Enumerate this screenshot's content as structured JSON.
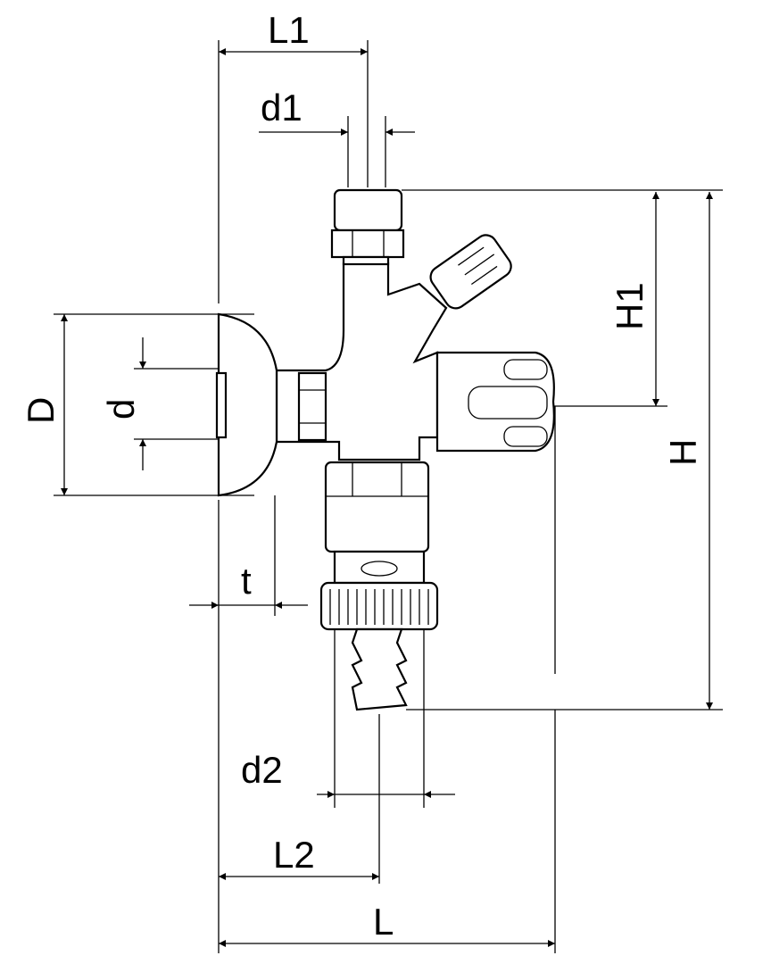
{
  "drawing": {
    "labels": {
      "L1": "L1",
      "d1": "d1",
      "D": "D",
      "d": "d",
      "H1": "H1",
      "H": "H",
      "t": "t",
      "d2": "d2",
      "L2": "L2",
      "L": "L"
    },
    "line_color": "#000000",
    "background": "#ffffff"
  }
}
